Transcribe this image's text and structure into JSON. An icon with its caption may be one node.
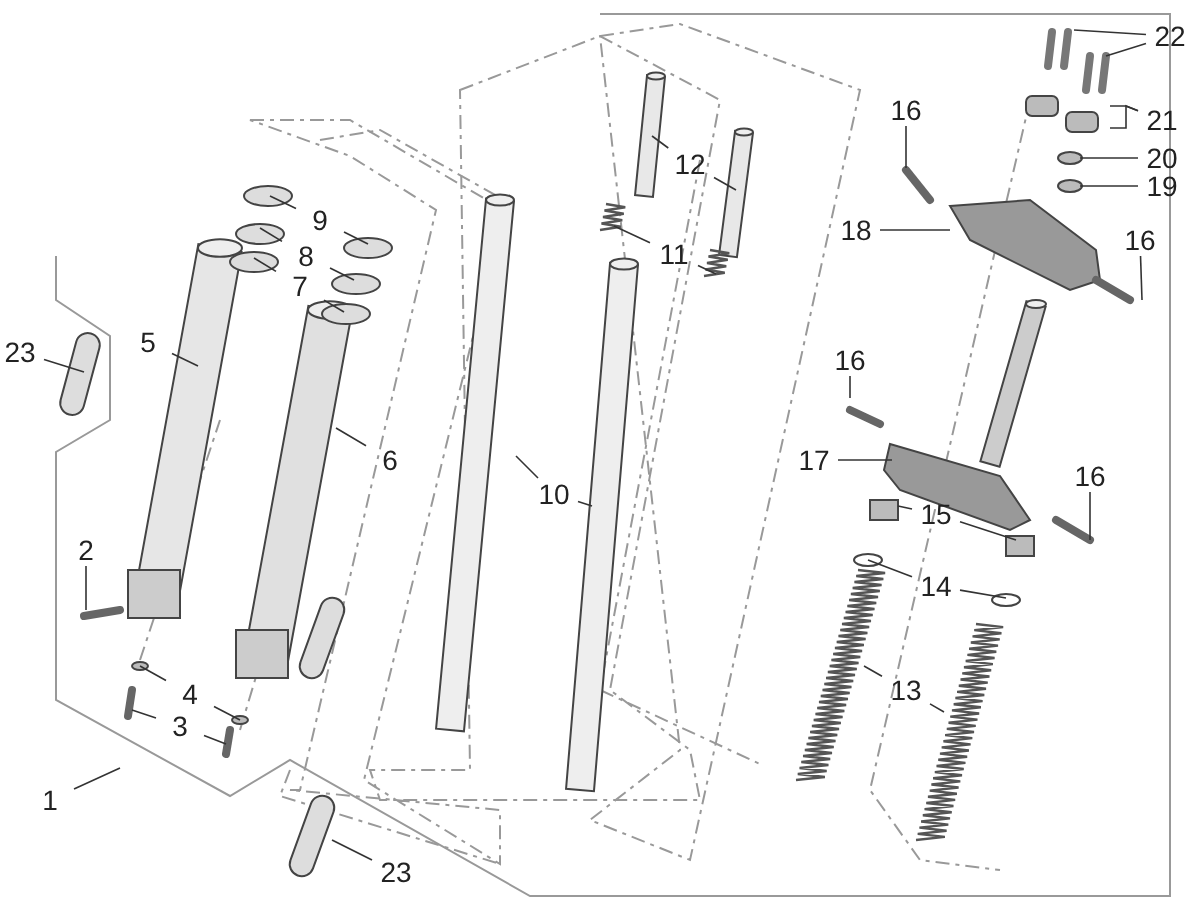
{
  "diagram": {
    "nodes": [
      {
        "text": [
          "22"
        ]
      },
      {
        "text": [
          "16"
        ]
      },
      {
        "text": [
          "21"
        ]
      },
      {
        "text": [
          "20"
        ]
      },
      {
        "text": [
          "19"
        ]
      },
      {
        "text": [
          "12"
        ]
      },
      {
        "text": [
          "9"
        ]
      },
      {
        "text": [
          "18"
        ]
      },
      {
        "text": [
          "16"
        ]
      },
      {
        "text": [
          "8"
        ]
      },
      {
        "text": [
          "11"
        ]
      },
      {
        "text": [
          "7"
        ]
      },
      {
        "text": [
          "5"
        ]
      },
      {
        "text": [
          "23"
        ]
      },
      {
        "text": [
          "16"
        ]
      },
      {
        "text": [
          "6"
        ]
      },
      {
        "text": [
          "17"
        ]
      },
      {
        "text": [
          "16"
        ]
      },
      {
        "text": [
          "10"
        ]
      },
      {
        "text": [
          "15"
        ]
      },
      {
        "text": [
          "2"
        ]
      },
      {
        "text": [
          "14"
        ]
      },
      {
        "text": [
          "4"
        ]
      },
      {
        "text": [
          "13"
        ]
      },
      {
        "text": [
          "3"
        ]
      },
      {
        "text": [
          "1"
        ]
      },
      {
        "text": [
          "23"
        ]
      }
    ],
    "edges": [
      {
        "from": 0,
        "to": null,
        "arrow": "none"
      },
      {
        "from": 0,
        "to": null,
        "arrow": "none"
      },
      {
        "from": 1,
        "to": null,
        "arrow": "none"
      },
      {
        "from": 2,
        "to": null,
        "arrow": "none"
      },
      {
        "from": 2,
        "to": null,
        "arrow": "none"
      },
      {
        "from": 3,
        "to": null,
        "arrow": "none"
      },
      {
        "from": 4,
        "to": null,
        "arrow": "none"
      },
      {
        "from": 5,
        "to": null,
        "arrow": "none"
      },
      {
        "from": 5,
        "to": null,
        "arrow": "none"
      },
      {
        "from": 6,
        "to": null,
        "arrow": "none"
      },
      {
        "from": 6,
        "to": null,
        "arrow": "none"
      },
      {
        "from": 7,
        "to": null,
        "arrow": "none"
      },
      {
        "from": 8,
        "to": null,
        "arrow": "none"
      },
      {
        "from": 9,
        "to": null,
        "arrow": "none"
      },
      {
        "from": 9,
        "to": null,
        "arrow": "none"
      },
      {
        "from": 10,
        "to": null,
        "arrow": "none"
      },
      {
        "from": 10,
        "to": null,
        "arrow": "none"
      },
      {
        "from": 11,
        "to": null,
        "arrow": "none"
      },
      {
        "from": 11,
        "to": null,
        "arrow": "none"
      },
      {
        "from": 12,
        "to": null,
        "arrow": "none"
      },
      {
        "from": 13,
        "to": null,
        "arrow": "none"
      },
      {
        "from": 14,
        "to": null,
        "arrow": "none"
      },
      {
        "from": 15,
        "to": null,
        "arrow": "none"
      },
      {
        "from": 16,
        "to": null,
        "arrow": "none"
      },
      {
        "from": 17,
        "to": null,
        "arrow": "none"
      },
      {
        "from": 18,
        "to": null,
        "arrow": "none"
      },
      {
        "from": 18,
        "to": null,
        "arrow": "none"
      },
      {
        "from": 19,
        "to": null,
        "arrow": "none"
      },
      {
        "from": 19,
        "to": null,
        "arrow": "none"
      },
      {
        "from": 20,
        "to": null,
        "arrow": "none"
      },
      {
        "from": 21,
        "to": null,
        "arrow": "none"
      },
      {
        "from": 21,
        "to": null,
        "arrow": "none"
      },
      {
        "from": 22,
        "to": null,
        "arrow": "none"
      },
      {
        "from": 22,
        "to": null,
        "arrow": "none"
      },
      {
        "from": 23,
        "to": null,
        "arrow": "none"
      },
      {
        "from": 23,
        "to": null,
        "arrow": "none"
      },
      {
        "from": 24,
        "to": null,
        "arrow": "none"
      },
      {
        "from": 24,
        "to": null,
        "arrow": "none"
      },
      {
        "from": 25,
        "to": null,
        "arrow": "none"
      },
      {
        "from": 26,
        "to": null,
        "arrow": "none"
      }
    ]
  }
}
